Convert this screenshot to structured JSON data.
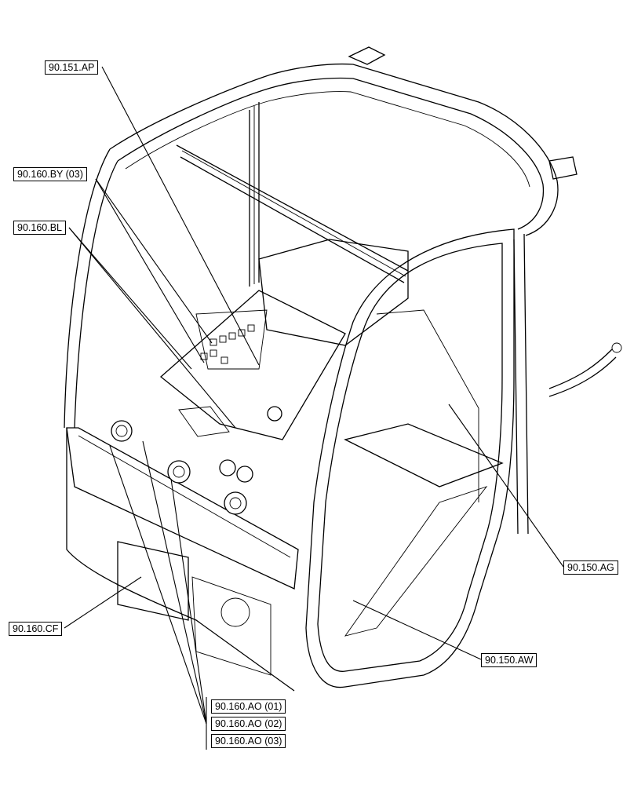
{
  "callouts": {
    "c_90151AP": "90.151.AP",
    "c_90160BY03": "90.160.BY (03)",
    "c_90160BL": "90.160.BL",
    "c_90150AG": "90.150.AG",
    "c_90160CF": "90.160.CF",
    "c_90150AW": "90.150.AW",
    "c_90160AO01": "90.160.AO (01)",
    "c_90160AO02": "90.160.AO (02)",
    "c_90160AO03": "90.160.AO (03)"
  }
}
